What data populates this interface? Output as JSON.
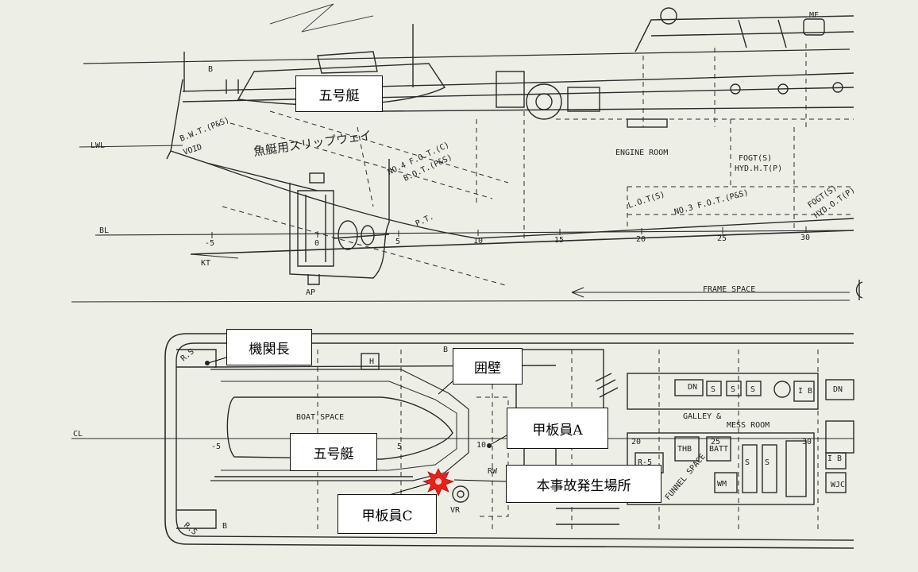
{
  "labels": {
    "boat_upper": "五号艇",
    "boat_plan": "五号艇",
    "chief_engineer": "機関長",
    "bulkhead": "囲壁",
    "deckhand_a": "甲板員A",
    "accident_site": "本事故発生場所",
    "deckhand_c": "甲板員C"
  },
  "drawing": {
    "mf": "MF",
    "b": "B",
    "h": "H",
    "lwl": "LWL",
    "bl": "BL",
    "kt": "KT",
    "cl": "CL",
    "ap": "AP",
    "bwt": "B.W.T.(P&S)",
    "void": "VOID",
    "slipway": "魚艇用スリップウェイ",
    "fot4": "NO.4 F.O.T.(C)",
    "bot": "B.O.T.(P&S)",
    "pt": "P.T.",
    "engine_room": "ENGINE ROOM",
    "fogt": "FOGT(S)",
    "hydht": "HYD.H.T(P)",
    "lot": "L.O.T(S)",
    "fot3": "NO.3 F.O.T.(P&S)",
    "fogt2": "FOGT(S)",
    "hydot": "HYD.O.T(P)",
    "frame_space": "FRAME SPACE",
    "boat_space": "BOAT SPACE",
    "galley": "GALLEY &",
    "mess": "MESS ROOM",
    "rs": "R.S",
    "rw": "RW",
    "vr": "VR",
    "dn": "DN",
    "ib": "I B",
    "s": "S",
    "thb": "THB",
    "batt": "BATT",
    "rf": "R-5",
    "funnel": "FUNNEL SPACE",
    "wm": "WM",
    "wjc": "WJC",
    "fr_m5": "-5",
    "fr_0": "0",
    "fr_5": "5",
    "fr_10": "10",
    "fr_15": "15",
    "fr_20": "20",
    "fr_25": "25",
    "fr_30": "30",
    "cl_m5": "-5",
    "cl_5": "5",
    "cl_10": "10",
    "cl_20": "20",
    "cl_25": "25",
    "cl_30": "30"
  },
  "colors": {
    "accident_marker": "#e8201a",
    "line": "#2a2a2a"
  },
  "icons": {
    "accident_marker": "starburst-icon",
    "frame_space_arrow": "arrow-left-icon",
    "centerline_symbol": "centerline-icon"
  }
}
